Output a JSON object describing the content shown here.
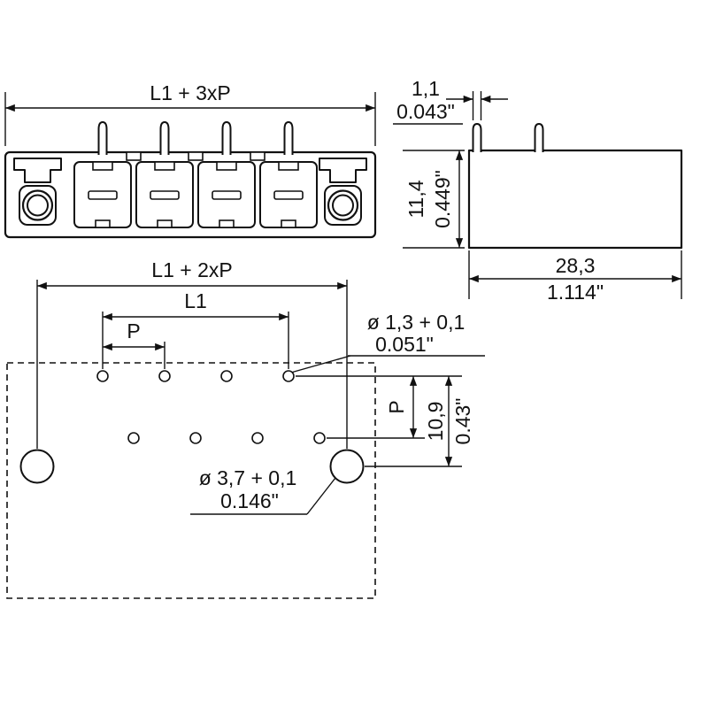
{
  "drawing": {
    "front": {
      "width_dim": "L1 + 3xP"
    },
    "side": {
      "pin_w_mm": "1,1",
      "pin_w_in": "0.043\"",
      "h_mm": "11,4",
      "h_in": "0.449\"",
      "d_mm": "28,3",
      "d_in": "1.114\""
    },
    "fp": {
      "span": "L1 + 2xP",
      "l1": "L1",
      "p": "P",
      "p_v": "P",
      "sh_mm": "ø 1,3 + 0,1",
      "sh_in": "0.051\"",
      "off_mm": "10,9",
      "off_in": "0.43\"",
      "lh_mm": "ø 3,7 + 0,1",
      "lh_in": "0.146\""
    }
  }
}
